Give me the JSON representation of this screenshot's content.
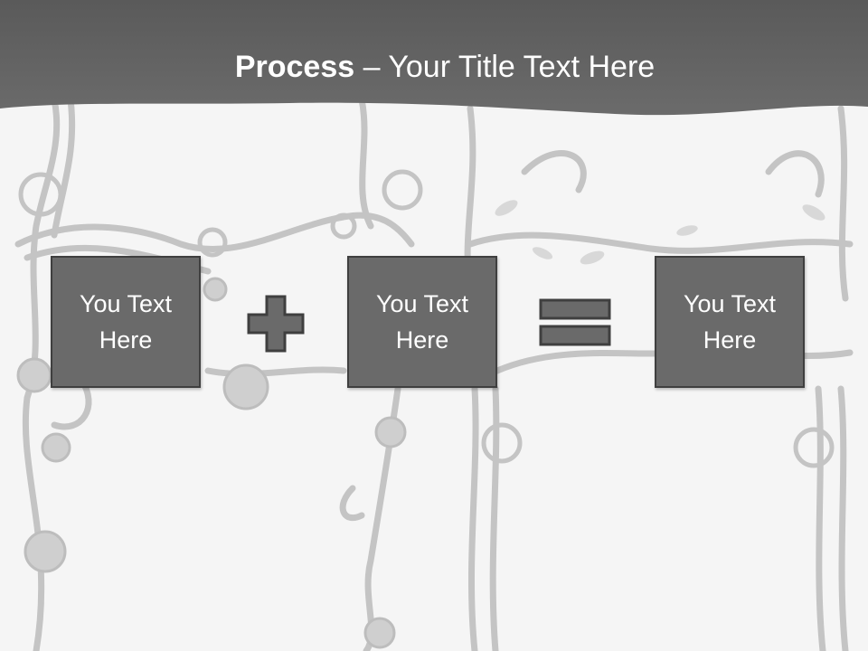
{
  "slide": {
    "title_bold": "Process",
    "title_rest": " – Your Title Text Here",
    "boxes": [
      {
        "text": "You Text Here"
      },
      {
        "text": "You Text Here"
      },
      {
        "text": "You Text Here"
      }
    ],
    "operators": [
      "plus-icon",
      "equals-icon"
    ]
  },
  "colors": {
    "header": "#616161",
    "box_fill": "#6a6a6a",
    "box_border": "#3f3f3f",
    "ornament": "#c4c4c4",
    "background": "#f5f5f5"
  }
}
